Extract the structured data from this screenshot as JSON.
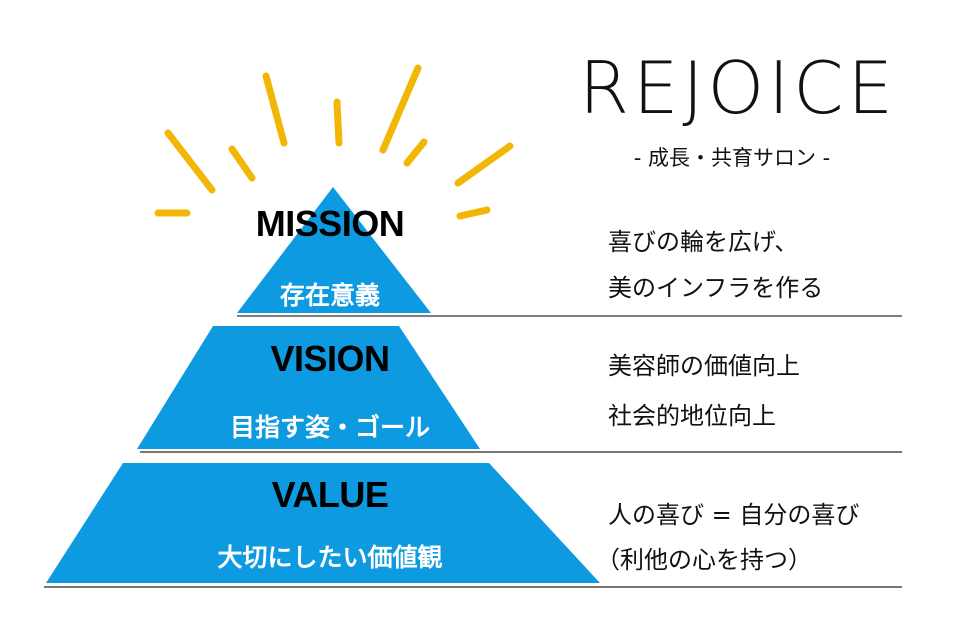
{
  "brand": {
    "title": "REJOICE",
    "tagline": "- 成長・共育サロン -"
  },
  "colors": {
    "pyramid": "#0d9ae0",
    "rays": "#f2b705",
    "rule": "#555555"
  },
  "tiers": [
    {
      "heading": "MISSION",
      "subtitle": "存在意義",
      "description": [
        "喜びの輪を広げ、",
        "美のインフラを作る"
      ]
    },
    {
      "heading": "VISION",
      "subtitle": "目指す姿・ゴール",
      "description": [
        "美容師の価値向上",
        "社会的地位向上"
      ]
    },
    {
      "heading": "VALUE",
      "subtitle": "大切にしたい価値観",
      "description": [
        "人の喜び = 自分の喜び",
        "（利他の心を持つ）"
      ]
    }
  ]
}
